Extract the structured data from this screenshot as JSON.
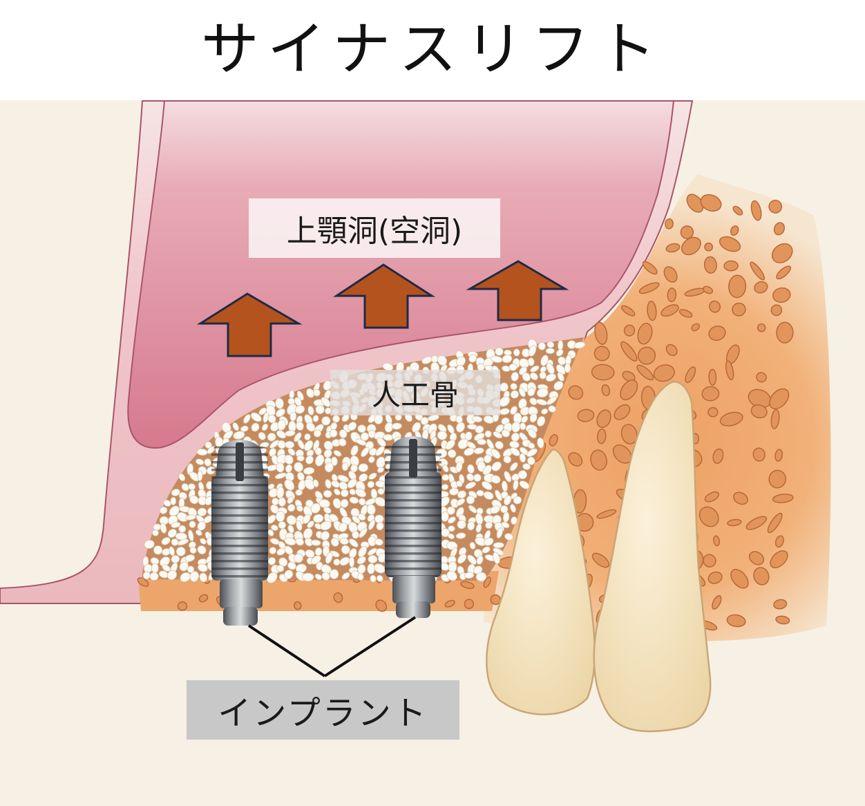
{
  "title": "サイナスリフト",
  "labels": {
    "sinus": "上顎洞(空洞)",
    "graft": "人工骨",
    "implant": "インプラント"
  },
  "colors": {
    "arrow": "#b5531f",
    "arrow_outline": "#1d2b45",
    "sinus": "#d6798d",
    "bone": "#eea064",
    "granule": "#fbf9f3"
  }
}
